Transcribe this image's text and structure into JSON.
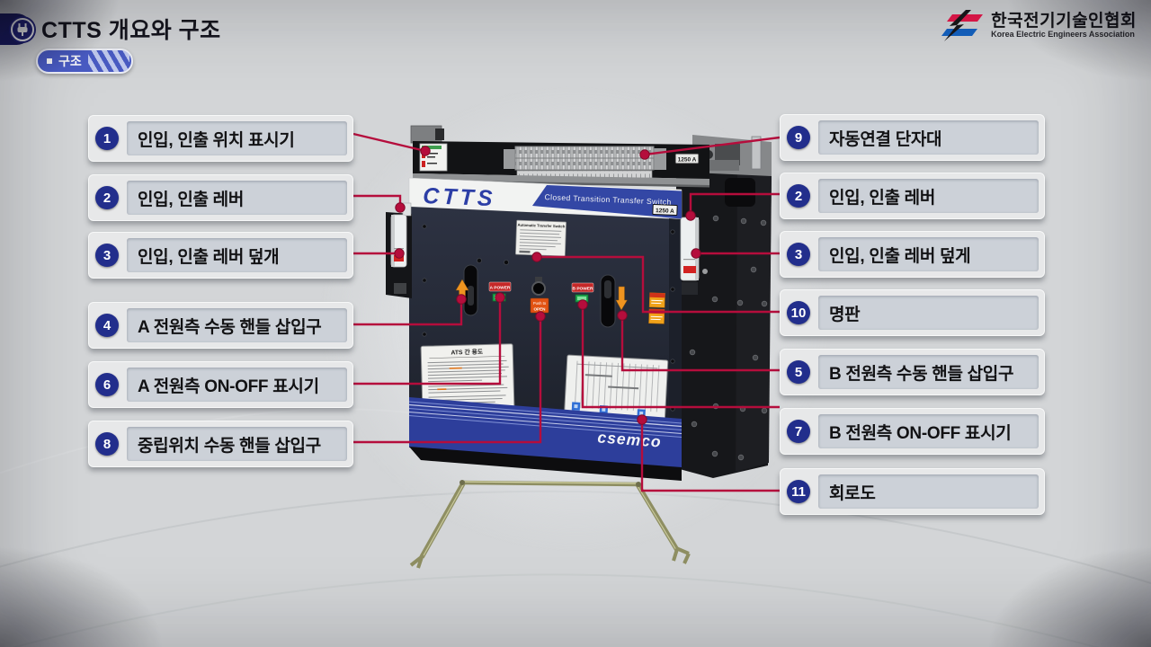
{
  "header": {
    "title": "CTTS 개요와 구조",
    "section_badge": "구조",
    "logo": {
      "name_ko": "한국전기기술인협회",
      "name_en": "Korea Electric Engineers Association"
    }
  },
  "device": {
    "brand": "CTTS",
    "band_title": "Closed Transition Transfer Switch",
    "rating_top": "1250 A",
    "rating_band": "1250 A",
    "maker": "csemco",
    "a_power_label": "A POWER",
    "b_power_label": "B POWER",
    "push_line1": "Push to",
    "push_line2": "OPEN",
    "nameplate_title": "Automatic Transfer Switch",
    "instruction_title": "ATS 간 용도"
  },
  "callouts": {
    "left": [
      {
        "num": "1",
        "text": "인입, 인출 위치 표시기"
      },
      {
        "num": "2",
        "text": "인입, 인출 레버"
      },
      {
        "num": "3",
        "text": "인입, 인출 레버 덮개"
      },
      {
        "num": "4",
        "text": "A 전원측 수동 핸들 삽입구"
      },
      {
        "num": "6",
        "text": "A 전원측 ON-OFF 표시기"
      },
      {
        "num": "8",
        "text": "중립위치 수동 핸들 삽입구"
      }
    ],
    "right": [
      {
        "num": "9",
        "text": "자동연결 단자대"
      },
      {
        "num": "2",
        "text": "인입, 인출 레버"
      },
      {
        "num": "3",
        "text": "인입, 인출 레버 덮게"
      },
      {
        "num": "10",
        "text": "명판"
      },
      {
        "num": "5",
        "text": "B 전원측 수동 핸들 삽입구"
      },
      {
        "num": "7",
        "text": "B 전원측 ON-OFF 표시기"
      },
      {
        "num": "11",
        "text": "회로도"
      }
    ]
  },
  "colors": {
    "background": "#d3d5d7",
    "callout_line": "#b50d3c",
    "number_badge": "#222e8c",
    "pill_blue": "#4a5cc5",
    "band_blue": "#3347a5",
    "bottom_band_blue": "#2d3e9b",
    "panel_navy": "#262b38",
    "logo_red": "#e8174b",
    "logo_blue": "#1563c2"
  }
}
